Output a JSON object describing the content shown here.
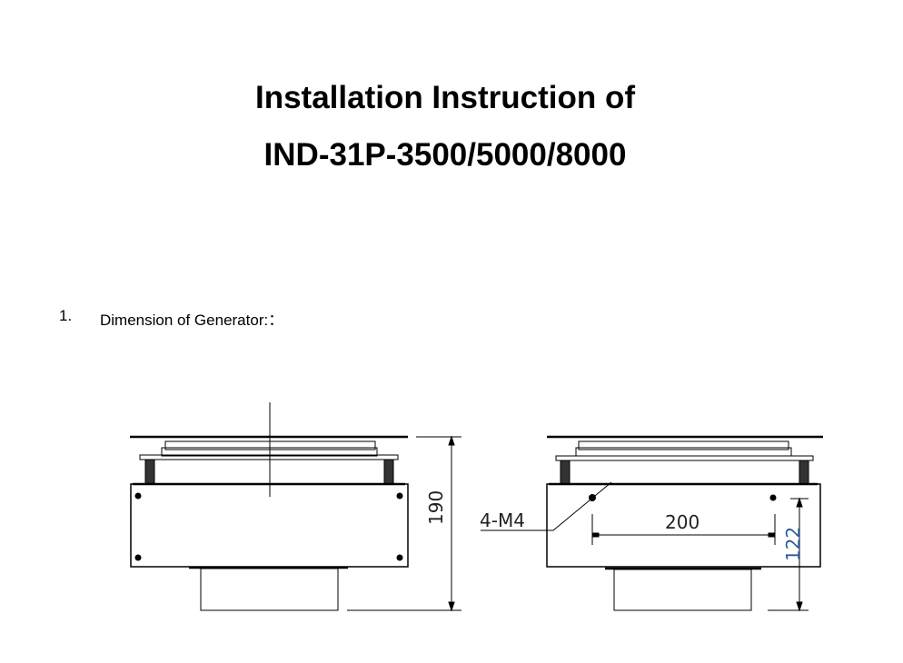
{
  "title": {
    "line1": "Installation Instruction of",
    "line2": "IND-31P-3500/5000/8000"
  },
  "section": {
    "number": "1.",
    "label": "Dimension of Generator:："
  },
  "drawing": {
    "front_view": {
      "height_dim": "190"
    },
    "side_view": {
      "hole_callout": "4-M4",
      "hole_spacing_dim": "200",
      "hole_height_dim": "122"
    }
  }
}
